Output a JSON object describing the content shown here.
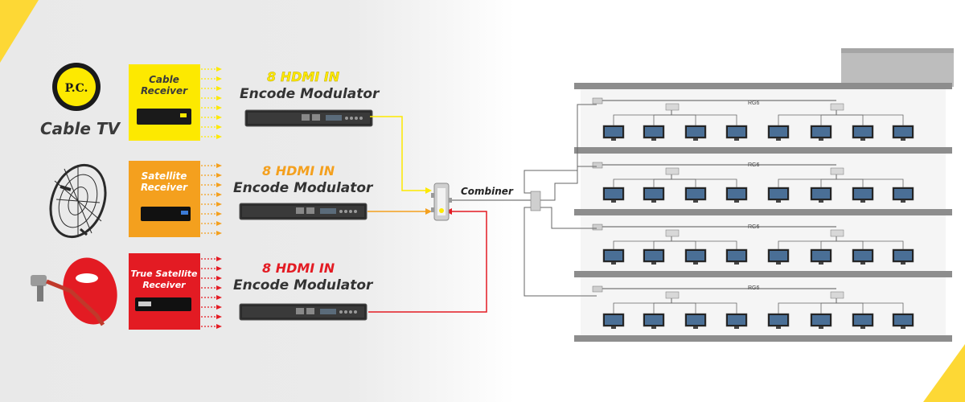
{
  "colors": {
    "yellow": "#fde900",
    "orange": "#f4a01e",
    "red": "#e31b23",
    "dark_text": "#333333"
  },
  "sources": [
    {
      "title": "Cable TV",
      "logo_text": "P.C.",
      "receiver": [
        "Cable",
        "Receiver"
      ],
      "color": "#fde900",
      "title_color": "#3a3a3a"
    },
    {
      "title": "",
      "receiver": [
        "Satellite",
        "Receiver"
      ],
      "color": "#f4a01e",
      "title_color": "#ffffff"
    },
    {
      "title": "",
      "receiver": [
        "True Satellite",
        "Receiver"
      ],
      "color": "#e31b23",
      "title_color": "#ffffff"
    }
  ],
  "modulators": [
    {
      "line1": "8 HDMI IN",
      "line2": "Encode Modulator",
      "line1_color": "#fde900"
    },
    {
      "line1": "8 HDMI IN",
      "line2": "Encode Modulator",
      "line1_color": "#f4a01e"
    },
    {
      "line1": "8 HDMI IN",
      "line2": "Encode Modulator",
      "line1_color": "#e31b23"
    }
  ],
  "combiner_label": "Combiner",
  "building": {
    "floors": 4,
    "tvs_per_floor": 8,
    "cable_labels": [
      "RG6",
      "RG6",
      "RG6",
      "RG6"
    ]
  }
}
